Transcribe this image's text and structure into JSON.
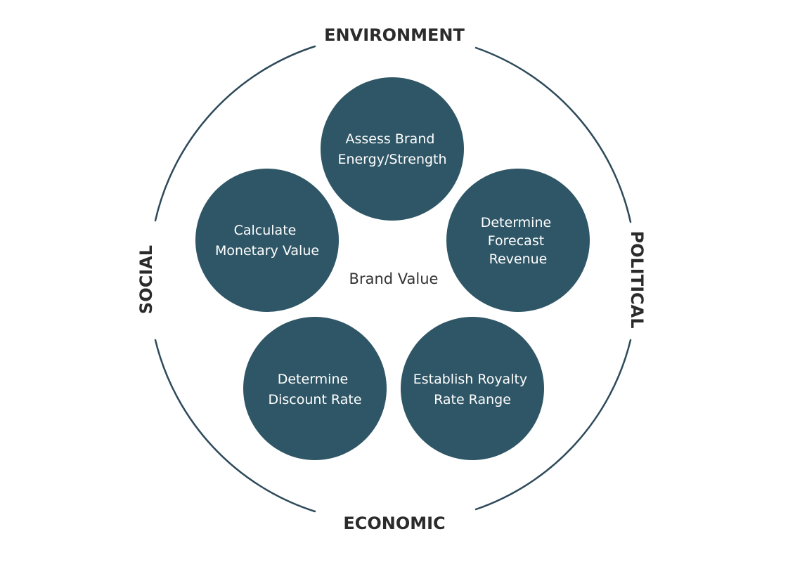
{
  "diagram": {
    "center_label": "Brand Value",
    "factors": {
      "top": "ENVIRONMENT",
      "right": "POLITICAL",
      "bottom": "ECONOMIC",
      "left": "SOCIAL"
    },
    "steps": [
      {
        "lines": [
          "Assess Brand",
          "Energy/Strength"
        ]
      },
      {
        "lines": [
          "Determine",
          "Forecast",
          "Revenue"
        ]
      },
      {
        "lines": [
          "Establish Royalty",
          "Rate Range"
        ]
      },
      {
        "lines": [
          "Determine",
          "Discount Rate"
        ]
      },
      {
        "lines": [
          "Calculate",
          "Monetary Value"
        ]
      }
    ],
    "colors": {
      "bubble_fill": "#2f5666",
      "ring_stroke": "#2e4a5a",
      "factor_text": "#2b2b2b",
      "bubble_text": "#ffffff"
    }
  }
}
